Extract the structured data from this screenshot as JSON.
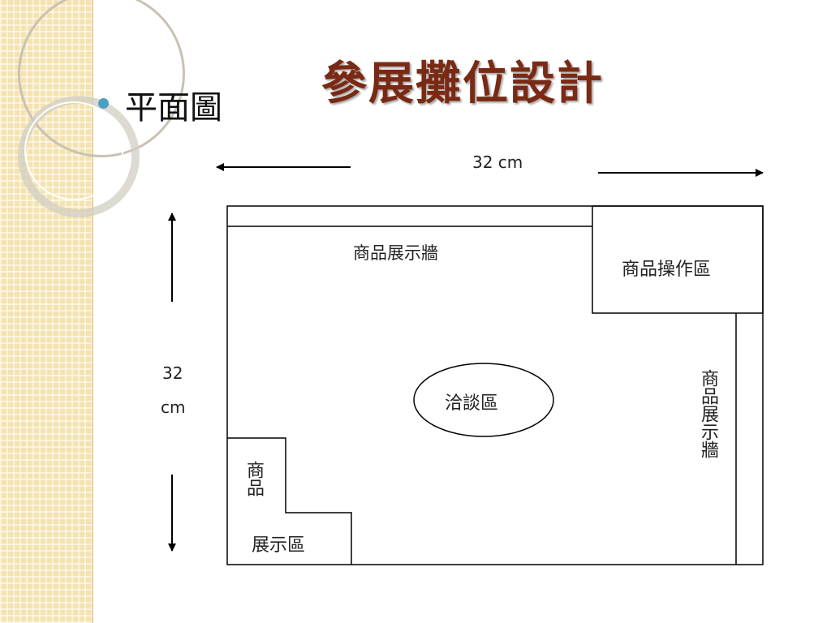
{
  "slide": {
    "title": "參展攤位設計",
    "bullet": "平面圖"
  },
  "colors": {
    "title": "#7a2a14",
    "bullet_dot": "#4aa0c0",
    "side_panel": "#f4e3b0",
    "line": "#000000"
  },
  "floor_plan": {
    "width_label": "32 cm",
    "height_label_1": "32",
    "height_label_2": "cm",
    "zones": {
      "top_display_wall": "商品展示牆",
      "operation_area": "商品操作區",
      "negotiation_area": "洽談區",
      "right_display_wall": "商品展示牆",
      "display_area_part1": "商品",
      "display_area_part2": "展示區"
    }
  }
}
